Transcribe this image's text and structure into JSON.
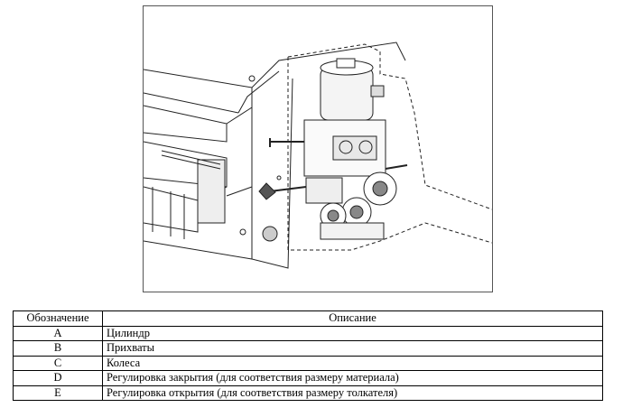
{
  "legend_table": {
    "headers": {
      "designation": "Обозначение",
      "description": "Описание"
    },
    "rows": [
      {
        "designation": "A",
        "description": "Цилиндр"
      },
      {
        "designation": "B",
        "description": "Прихваты"
      },
      {
        "designation": "C",
        "description": "Колеса"
      },
      {
        "designation": "D",
        "description": "Регулировка закрытия (для соответствия размеру материала)"
      },
      {
        "designation": "E",
        "description": "Регулировка открытия (для соответствия размеру толкателя)"
      }
    ]
  }
}
